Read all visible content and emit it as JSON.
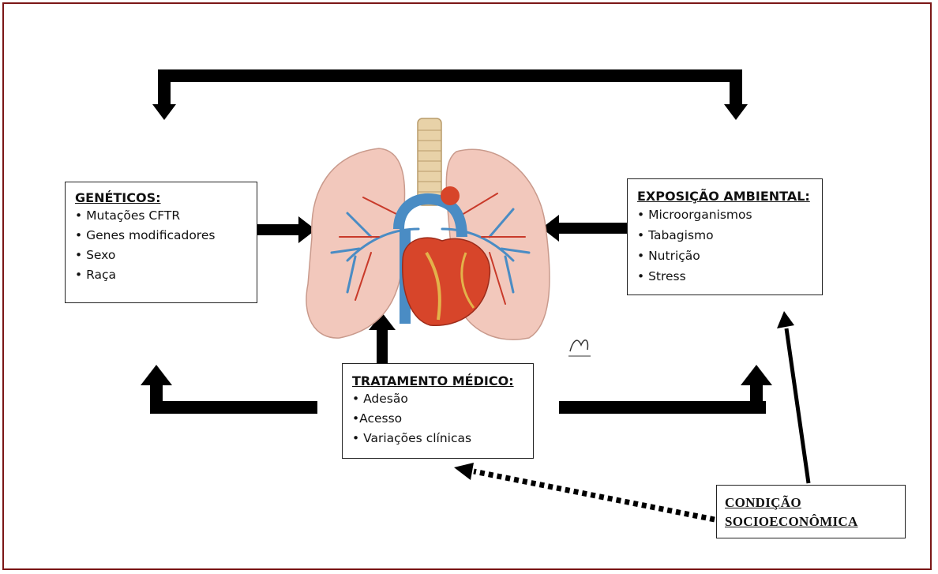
{
  "boxes": {
    "genetic": {
      "title": "GENÉTICOS:",
      "items": [
        "• Mutações CFTR",
        "• Genes modificadores",
        "• Sexo",
        "• Raça"
      ]
    },
    "environment": {
      "title": "EXPOSIÇÃO AMBIENTAL:",
      "items": [
        "• Microorganismos",
        "• Tabagismo",
        "• Nutrição",
        "• Stress"
      ]
    },
    "treatment": {
      "title": "TRATAMENTO MÉDICO:",
      "items": [
        "• Adesão",
        "•Acesso",
        "• Variações clínicas"
      ]
    },
    "socioeconomic": {
      "title_line1": "CONDIÇÃO",
      "title_line2": "SOCIOECONÔMICA"
    }
  },
  "colors": {
    "frame": "#7b1616",
    "arrow": "#000000",
    "lung": "#f2c8bc",
    "heart": "#d7452a",
    "vein": "#4a8cc4",
    "trachea": "#e8d2a8"
  },
  "illustration": "lungs-and-heart"
}
